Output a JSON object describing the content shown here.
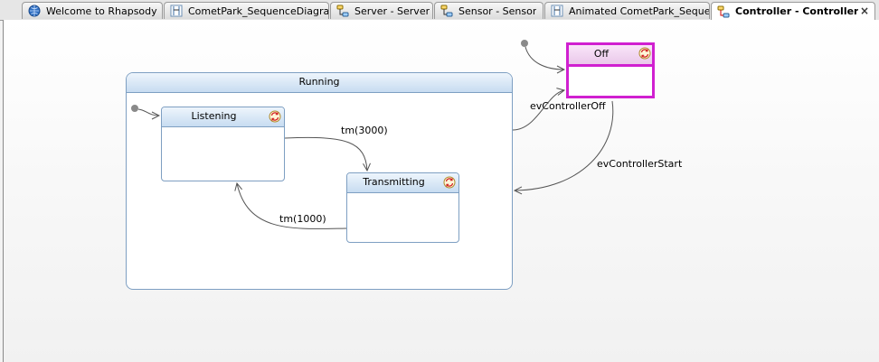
{
  "tabs": [
    {
      "label": "Welcome to Rhapsody",
      "icon": "globe-icon"
    },
    {
      "label": "CometPark_SequenceDiagra...",
      "icon": "sequence-diagram-icon"
    },
    {
      "label": "Server - Server",
      "icon": "statechart-icon"
    },
    {
      "label": "Sensor - Sensor",
      "icon": "statechart-icon"
    },
    {
      "label": "Animated CometPark_Seque...",
      "icon": "sequence-diagram-icon"
    },
    {
      "label": "Controller - Controller",
      "icon": "statechart-icon",
      "active": true,
      "close": "×"
    }
  ],
  "diagram": {
    "states": {
      "running": "Running",
      "listening": "Listening",
      "transmitting": "Transmitting",
      "off": "Off"
    },
    "transitions": {
      "t_listen_to_transmit": "tm(3000)",
      "t_transmit_to_listen": "tm(1000)",
      "t_running_to_off": "evControllerOff",
      "t_off_to_running": "evControllerStart"
    },
    "highlight_color": "#d020d0",
    "state_border_color": "#7e9fc2"
  }
}
